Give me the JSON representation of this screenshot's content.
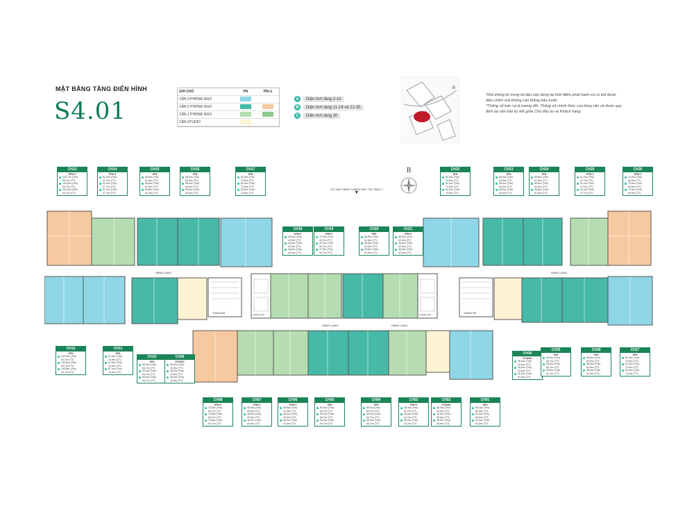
{
  "header": {
    "subtitle": "MẶT BẰNG TẦNG ĐIỂN HÌNH",
    "title": "S4.01"
  },
  "legend": {
    "header_label": "GHI CHÚ",
    "col_pn": "PN",
    "col_pn1": "PN+1",
    "rows": [
      {
        "label": "CĂN 3 PHÒNG NGỦ",
        "pn_color": "#8fd6e6",
        "pn1_color": ""
      },
      {
        "label": "CĂN 2 PHÒNG NGỦ",
        "pn_color": "#46b9a7",
        "pn1_color": "#f7c9a0"
      },
      {
        "label": "CĂN 1 PHÒNG NGỦ",
        "pn_color": "#b5ddb1",
        "pn1_color": "#8ec98b"
      },
      {
        "label": "CĂN STUDIO",
        "pn_color": "#fbf3d3",
        "pn1_color": ""
      }
    ]
  },
  "area_notes": [
    {
      "letter": "A",
      "text": "Diện tích tầng 2-10"
    },
    {
      "letter": "B",
      "text": "Diện tích tầng 11-19 và 21-35"
    },
    {
      "letter": "C",
      "text": "Diện tích tầng 20"
    }
  ],
  "disclaimer": {
    "line1": "*Mọi thông tin trong tài liệu này đúng tại thời điểm phát hành và có thể được",
    "line2": "điều chỉnh mà không cần thông báo trước",
    "line3": "*Thông số bán và là tương đối. Thông số chính thức của từng căn sẽ được quy",
    "line4": "định tại văn bản ký kết giữa Chủ đầu tư và Khách hàng"
  },
  "keymap": {
    "label_b": "B"
  },
  "compass": {
    "label": "B"
  },
  "entrance": {
    "text": "LỐI VÀO SẢNH THANG MÁY TẠI TẦNG 1"
  },
  "corridor": {
    "label": "HÀNH LANG",
    "stair": "THANG BỘ",
    "lift": "THANG MÁY"
  },
  "colors": {
    "teal": "#46b9a7",
    "light_blue": "#8fd6e6",
    "light_green": "#b5ddb1",
    "green_plus": "#8ec98b",
    "peach": "#f7c9a0",
    "cream": "#fbf3d3",
    "card_green": "#1b8458",
    "title_green": "#0f7a58"
  },
  "units_top": [
    {
      "code": "CH13",
      "type": "3PN+1",
      "lines": [
        "102,7m² (Tim)",
        "93,7m² (TT)",
        "102,6m² (Tim)",
        "93,7m² (TT)",
        "102,6m² (Tim)",
        "93,7m² (TT)"
      ]
    },
    {
      "code": "CH14",
      "type": "1PN+1",
      "lines": [
        "51,3m² (Tim)",
        "47,7m² (TT)",
        "51,3m² (Tim)",
        "47,7m² (TT)",
        "51,3m² (Tim)",
        "47,7m² (TT)"
      ]
    },
    {
      "code": "CH15",
      "type": "2PN",
      "lines": [
        "66,8m² (Tim)",
        "61,5m² (TT)",
        "66,8m² (Tim)",
        "61,5m² (TT)",
        "66,8m² (Tim)",
        "61,5m² (TT)"
      ]
    },
    {
      "code": "CH16",
      "type": "2PN",
      "lines": [
        "58,9m² (Tim)",
        "54,9m² (TT)",
        "58,9m² (Tim)",
        "54,9m² (TT)",
        "58,9m² (Tim)",
        "54,9m² (TT)"
      ]
    },
    {
      "code": "CH17",
      "type": "3PN",
      "lines": [
        "82,0m² (Tim)",
        "74,9m² (TT)",
        "82,0m² (Tim)",
        "74,9m² (TT)",
        "82,0m² (Tim)",
        "74,9m² (TT)"
      ]
    },
    {
      "code": "CH22",
      "type": "3PN",
      "lines": [
        "82,0m² (Tim)",
        "74,9m² (TT)",
        "82,0m² (Tim)",
        "74,9m² (TT)",
        "82,0m² (Tim)",
        "74,9m² (TT)"
      ]
    },
    {
      "code": "CH23",
      "type": "2PN",
      "lines": [
        "58,9m² (Tim)",
        "54,9m² (TT)",
        "58,9m² (Tim)",
        "54,9m² (TT)",
        "58,9m² (Tim)",
        "54,9m² (TT)"
      ]
    },
    {
      "code": "CH24",
      "type": "2PN",
      "lines": [
        "66,8m² (Tim)",
        "61,5m² (TT)",
        "66,8m² (Tim)",
        "61,5m² (TT)",
        "66,8m² (Tim)",
        "61,5m² (TT)"
      ]
    },
    {
      "code": "CH25",
      "type": "1PN+1",
      "lines": [
        "51,2m² (Tim)",
        "47,7m² (TT)",
        "51,2m² (Tim)",
        "47,7m² (TT)",
        "51,2m² (Tim)",
        "47,7m² (TT)"
      ]
    },
    {
      "code": "CH26",
      "type": "3PN+1",
      "lines": [
        "70,9m² (Tim)",
        "64,6m² (TT)",
        "70,9m² (Tim)",
        "64,6m² (TT)",
        "70,9m² (Tim)",
        "64,6m² (TT)"
      ]
    }
  ],
  "units_mid": [
    {
      "code": "CH18",
      "type": "1PN+1",
      "lines": [
        "46,9m² (Tim)",
        "42,9m² (TT)",
        "46,9m² (Tim)",
        "42,9m² (TT)",
        "46,9m² (Tim)",
        "42,9m² (TT)"
      ]
    },
    {
      "code": "CH19",
      "type": "1PN+1",
      "lines": [
        "47,9m² (Tim)",
        "43,7m² (TT)",
        "47,9m² (Tim)",
        "43,7m² (TT)",
        "47,9m² (Tim)",
        "43,7m² (TT)"
      ]
    },
    {
      "code": "CH20",
      "type": "2PN",
      "lines": [
        "66,8m² (Tim)",
        "61,5m² (TT)",
        "66,8m² (Tim)",
        "61,5m² (TT)",
        "66,8m² (Tim)",
        "61,5m² (TT)"
      ]
    },
    {
      "code": "CH21",
      "type": "1PN+1",
      "lines": [
        "46,9m² (Tim)",
        "42,9m² (TT)",
        "46,9m² (Tim)",
        "42,9m² (TT)",
        "46,9m² (Tim)",
        "42,9m² (TT)"
      ]
    }
  ],
  "units_lower": [
    {
      "code": "CH12",
      "type": "3PN",
      "lines": [
        "102,8m² (Tim)",
        "93,7m² (TT)",
        "102,8m² (Tim)",
        "93,7m² (TT)",
        "102,8m² (Tim)",
        "93,7m² (TT)"
      ]
    },
    {
      "code": "CH11",
      "type": "3PN",
      "lines": [
        "87,0m² (Tim)",
        "79,4m² (TT)",
        "87,0m² (Tim)",
        "79,4m² (TT)",
        "87,0m² (Tim)",
        "79,4m² (TT)"
      ]
    },
    {
      "code": "CH10",
      "type": "2PN",
      "lines": [
        "59,9m² (Tim)",
        "54,7m² (TT)",
        "59,9m² (Tim)",
        "54,7m² (TT)",
        "59,9m² (Tim)",
        "54,7m² (TT)"
      ]
    },
    {
      "code": "CH09",
      "type": "STUDIO",
      "lines": [
        "35,0m² (Tim)",
        "31,8m² (TT)",
        "35,0m² (Tim)",
        "31,8m² (TT)",
        "35,0m² (Tim)",
        "31,8m² (TT)"
      ]
    },
    {
      "code": "CH30",
      "type": "STUDIO",
      "lines": [
        "35,0m² (Tim)",
        "31,8m² (TT)",
        "35,0m² (Tim)",
        "31,8m² (TT)",
        "35,0m² (Tim)",
        "31,8m² (TT)"
      ]
    },
    {
      "code": "CH29",
      "type": "2PN",
      "lines": [
        "59,9m² (Tim)",
        "54,7m² (TT)",
        "59,9m² (Tim)",
        "54,7m² (TT)",
        "59,9m² (Tim)",
        "54,7m² (TT)"
      ]
    },
    {
      "code": "CH28",
      "type": "2PN",
      "lines": [
        "58,9m² (Tim)",
        "54,9m² (TT)",
        "58,9m² (Tim)",
        "54,9m² (TT)",
        "58,9m² (Tim)",
        "54,9m² (TT)"
      ]
    },
    {
      "code": "CH27",
      "type": "3PN",
      "lines": [
        "81,0m² (Tim)",
        "74,9m² (TT)",
        "81,0m² (Tim)",
        "74,9m² (TT)",
        "81,0m² (Tim)",
        "74,9m² (TT)"
      ]
    }
  ],
  "units_bottom": [
    {
      "code": "CH08",
      "type": "2PN+1",
      "lines": [
        "70,8m² (Tim)",
        "64,7m² (TT)",
        "70,8m² (Tim)",
        "64,7m² (TT)",
        "70,8m² (Tim)",
        "64,7m² (TT)"
      ]
    },
    {
      "code": "CH07",
      "type": "1PN+1",
      "lines": [
        "46,9m² (Tim)",
        "42,9m² (TT)",
        "46,9m² (Tim)",
        "42,9m² (TT)",
        "46,9m² (Tim)",
        "42,9m² (TT)"
      ]
    },
    {
      "code": "CH06",
      "type": "1PN+1",
      "lines": [
        "46,9m² (Tim)",
        "42,9m² (TT)",
        "46,9m² (Tim)",
        "42,9m² (TT)",
        "46,9m² (Tim)",
        "42,9m² (TT)"
      ]
    },
    {
      "code": "CH05",
      "type": "2PN",
      "lines": [
        "59,9m² (Tim)",
        "54,7m² (TT)",
        "59,9m² (Tim)",
        "54,7m² (TT)",
        "59,9m² (Tim)",
        "54,7m² (TT)"
      ]
    },
    {
      "code": "CH04",
      "type": "2PN",
      "lines": [
        "59,9m² (Tim)",
        "54,7m² (TT)",
        "59,9m² (Tim)",
        "54,7m² (TT)",
        "59,9m² (Tim)",
        "54,7m² (TT)"
      ]
    },
    {
      "code": "CH03",
      "type": "1PN+1",
      "lines": [
        "46,9m² (Tim)",
        "42,7m² (TT)",
        "46,9m² (Tim)",
        "42,7m² (TT)",
        "46,9m² (Tim)",
        "42,7m² (TT)"
      ]
    },
    {
      "code": "CH02",
      "type": "STUDIO",
      "lines": [
        "28,0m² (Tim)",
        "25,6m² (TT)",
        "28,0m² (Tim)",
        "25,6m² (TT)",
        "28,0m² (Tim)",
        "25,6m² (TT)"
      ]
    },
    {
      "code": "CH01",
      "type": "3PN",
      "lines": [
        "90,0m² (Tim)",
        "82,6m² (TT)",
        "90,0m² (Tim)",
        "82,6m² (TT)",
        "90,0m² (Tim)",
        "82,6m² (TT)"
      ]
    }
  ]
}
